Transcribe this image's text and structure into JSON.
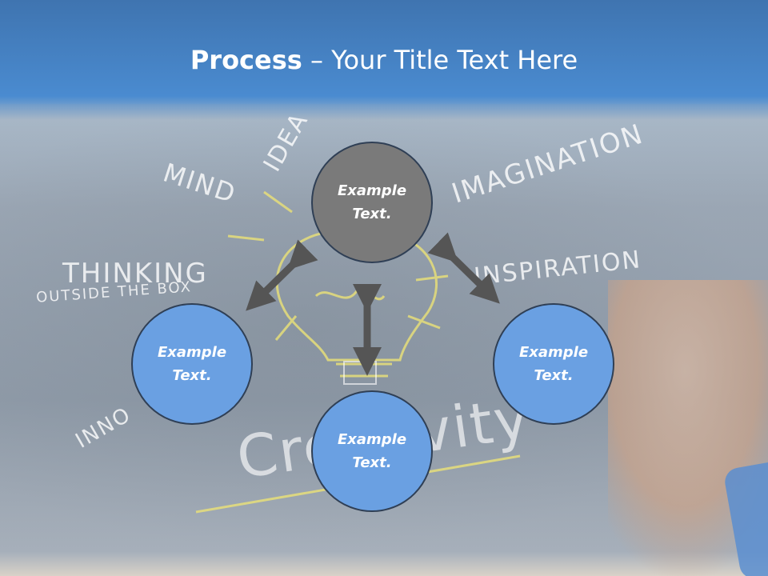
{
  "slide": {
    "title_bold": "Process",
    "title_rest": " – Your Title Text Here"
  },
  "chalk_words": {
    "idea": "IDEA",
    "mind": "MIND",
    "imagination": "IMAGINATION",
    "thinking": "THINKING",
    "outside_box": "OUTSIDE THE BOX",
    "inspiration": "INSPIRATION",
    "innovation": "INNO",
    "creativity": "Creativity"
  },
  "diagram": {
    "nodes": [
      {
        "id": "top",
        "label": "Example Text.",
        "color": "#7a7a7a"
      },
      {
        "id": "left",
        "label": "Example Text.",
        "color": "#6aa0e2"
      },
      {
        "id": "bottom",
        "label": "Example Text.",
        "color": "#6aa0e2"
      },
      {
        "id": "right",
        "label": "Example Text.",
        "color": "#6aa0e2"
      }
    ],
    "edges": [
      {
        "from": "top",
        "to": "left",
        "style": "double-arrow"
      },
      {
        "from": "top",
        "to": "bottom",
        "style": "double-arrow"
      },
      {
        "from": "top",
        "to": "right",
        "style": "double-arrow"
      }
    ],
    "arrow_color": "#555555"
  }
}
